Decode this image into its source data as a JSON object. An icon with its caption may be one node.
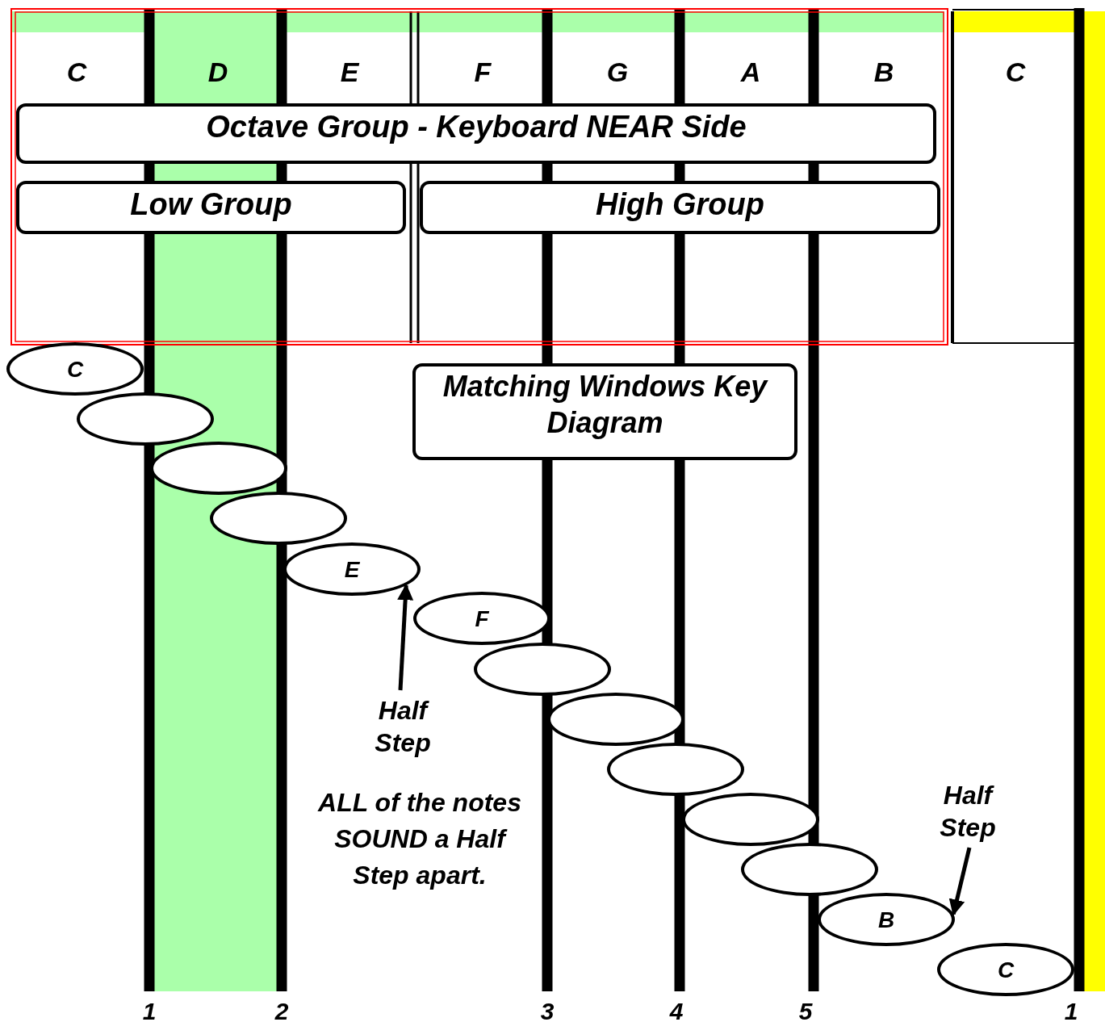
{
  "diagram": {
    "nodes": [
      {
        "text": [
          "Octave Group - Keyboard NEAR Side"
        ]
      },
      {
        "text": [
          "Low Group"
        ]
      },
      {
        "text": [
          "High Group"
        ]
      },
      {
        "text": [
          "Matching Windows Key Diagram"
        ]
      },
      {
        "text": [
          "C"
        ]
      },
      {
        "text": [],
        "shape": "ellipse"
      },
      {
        "text": [],
        "shape": "ellipse"
      },
      {
        "text": [],
        "shape": "ellipse"
      },
      {
        "text": [
          "E"
        ]
      },
      {
        "text": [
          "F"
        ]
      },
      {
        "text": [],
        "shape": "ellipse"
      },
      {
        "text": [],
        "shape": "ellipse"
      },
      {
        "text": [],
        "shape": "ellipse"
      },
      {
        "text": [],
        "shape": "ellipse"
      },
      {
        "text": [],
        "shape": "ellipse"
      },
      {
        "text": [
          "B"
        ]
      },
      {
        "text": [
          "C"
        ]
      },
      {
        "text": [
          "Half Step"
        ]
      },
      {
        "text": [
          "Half Step"
        ]
      }
    ],
    "edges": [
      {
        "from": 17,
        "to": 8,
        "arrow": "to"
      },
      {
        "from": 18,
        "to": 15,
        "arrow": "to"
      }
    ],
    "labels": [
      "C",
      "D",
      "E",
      "F",
      "G",
      "A",
      "B",
      "C",
      "ALL of the notes SOUND a Half Step apart.",
      "1",
      "2",
      "3",
      "4",
      "5",
      "1"
    ]
  }
}
